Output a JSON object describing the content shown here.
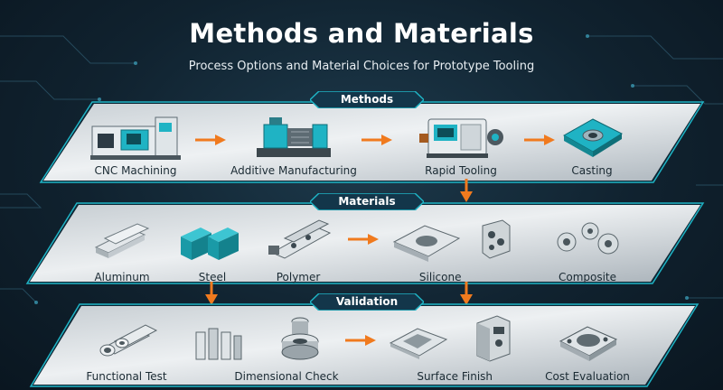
{
  "title": "Methods and Materials",
  "subtitle": "Process Options and Material Choices for Prototype Tooling",
  "colors": {
    "accent": "#1fb3c4",
    "arrow": "#f07a1e",
    "background": "#10222f"
  },
  "sections": {
    "methods": {
      "label": "Methods",
      "items": [
        {
          "label": "CNC Machining",
          "icon": "cnc-machine-icon"
        },
        {
          "label": "Additive Manufacturing",
          "icon": "additive-printer-icon"
        },
        {
          "label": "Rapid Tooling",
          "icon": "rapid-tooling-machine-icon"
        },
        {
          "label": "Casting",
          "icon": "casting-mold-icon"
        }
      ]
    },
    "materials": {
      "label": "Materials",
      "items": [
        {
          "label": "Aluminum",
          "icon": "aluminum-bars-icon"
        },
        {
          "label": "Steel",
          "icon": "steel-blocks-icon"
        },
        {
          "label": "Polymer",
          "icon": "polymer-parts-icon"
        },
        {
          "label": "Silicone",
          "icon": "silicone-part-icon"
        },
        {
          "label": "Composite",
          "icon": "composite-parts-icon"
        }
      ]
    },
    "validation": {
      "label": "Validation",
      "items": [
        {
          "label": "Functional Test",
          "icon": "functional-test-pipes-icon"
        },
        {
          "label": "Dimensional Check",
          "icon": "dimensional-check-gauge-icon"
        },
        {
          "label": "Surface Finish",
          "icon": "surface-finish-part-icon"
        },
        {
          "label": "Cost Evaluation",
          "icon": "cost-evaluation-part-icon"
        }
      ]
    }
  }
}
